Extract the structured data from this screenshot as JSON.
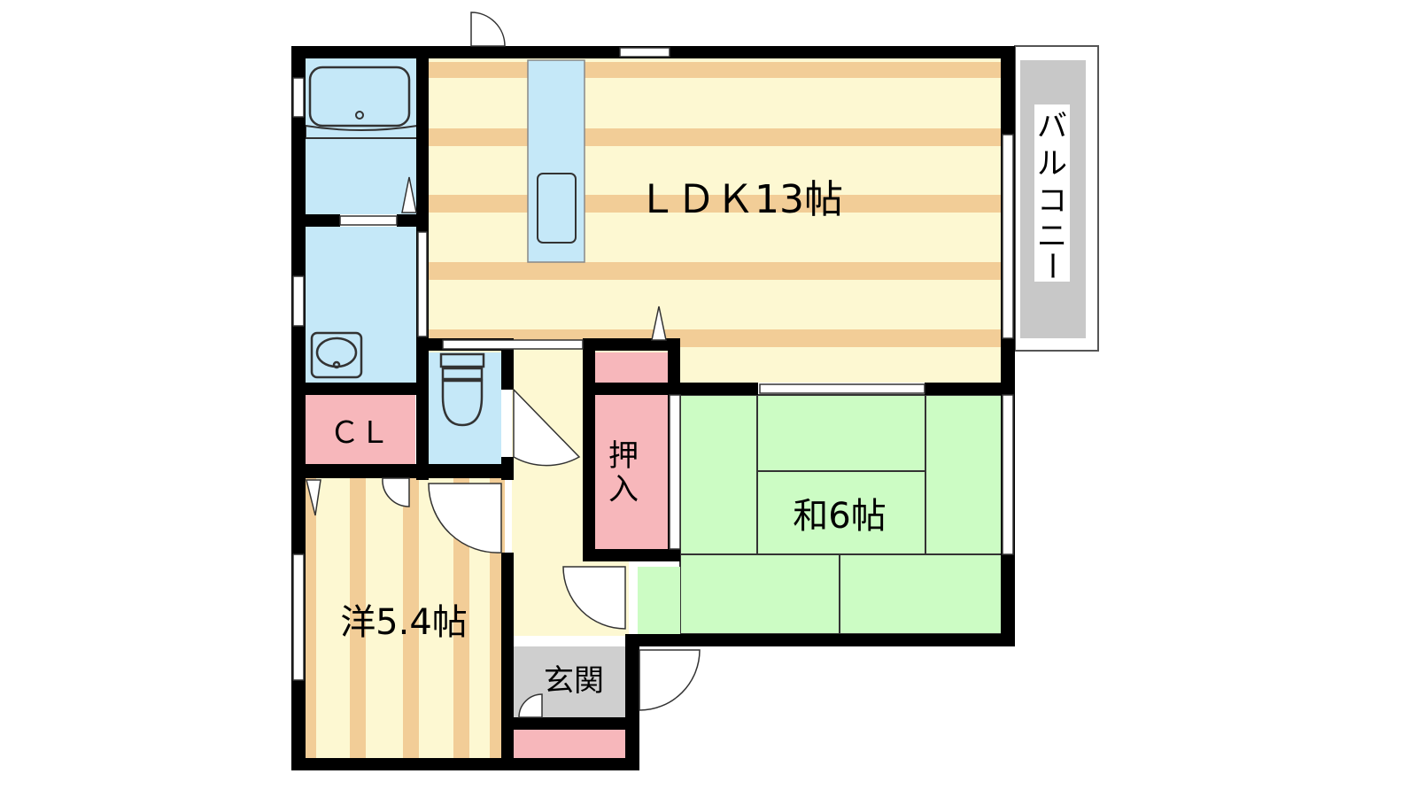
{
  "rooms": {
    "ldk": "ＬＤＫ13帖",
    "washitsu": "和6帖",
    "youshitsu": "洋5.4帖",
    "closet": "ＣＬ",
    "oshiire_top": "押",
    "oshiire_bottom": "入",
    "genkan": "玄関",
    "balcony": [
      "バ",
      "ル",
      "コ",
      "ニ",
      "ー"
    ]
  },
  "colors": {
    "wall": "#000000",
    "wet_area": "#c5e8f8",
    "storage": "#f7b7bb",
    "tatami": "#ccfcc4",
    "floor_light": "#fdf8d2",
    "floor_stripe": "#f2cd97",
    "hall_floor": "#fdf8d2",
    "balcony": "#c8c8c8"
  }
}
